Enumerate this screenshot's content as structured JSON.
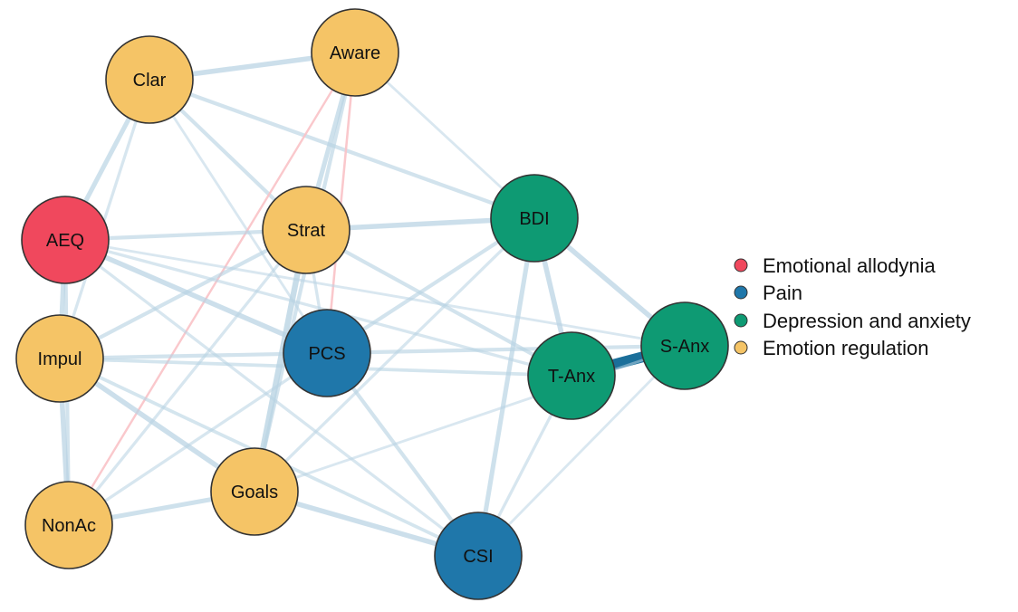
{
  "colors": {
    "emotional_allodynia": "#f0485d",
    "pain": "#1f77aa",
    "depression_anxiety": "#0e9a73",
    "emotion_regulation": "#f5c466",
    "positive_edge": "#b8d3e3",
    "strong_positive_edge": "#1b6f9a",
    "negative_edge": "#f9c2c7",
    "node_border": "#333333"
  },
  "legend": {
    "items": [
      {
        "label": "Emotional allodynia",
        "group": "emotional_allodynia"
      },
      {
        "label": "Pain",
        "group": "pain"
      },
      {
        "label": "Depression and anxiety",
        "group": "depression_anxiety"
      },
      {
        "label": "Emotion regulation",
        "group": "emotion_regulation"
      }
    ]
  },
  "nodes": [
    {
      "id": "Clar",
      "label": "Clar",
      "group": "emotion_regulation"
    },
    {
      "id": "Aware",
      "label": "Aware",
      "group": "emotion_regulation"
    },
    {
      "id": "AEQ",
      "label": "AEQ",
      "group": "emotional_allodynia"
    },
    {
      "id": "Strat",
      "label": "Strat",
      "group": "emotion_regulation"
    },
    {
      "id": "BDI",
      "label": "BDI",
      "group": "depression_anxiety"
    },
    {
      "id": "Impul",
      "label": "Impul",
      "group": "emotion_regulation"
    },
    {
      "id": "PCS",
      "label": "PCS",
      "group": "pain"
    },
    {
      "id": "TAnx",
      "label": "T-Anx",
      "group": "depression_anxiety"
    },
    {
      "id": "SAnx",
      "label": "S-Anx",
      "group": "depression_anxiety"
    },
    {
      "id": "NonAc",
      "label": "NonAc",
      "group": "emotion_regulation"
    },
    {
      "id": "Goals",
      "label": "Goals",
      "group": "emotion_regulation"
    },
    {
      "id": "CSI",
      "label": "CSI",
      "group": "pain"
    }
  ],
  "edges": [
    {
      "source": "Clar",
      "target": "Aware",
      "sign": "positive",
      "strength": 0.45
    },
    {
      "source": "Clar",
      "target": "AEQ",
      "sign": "positive",
      "strength": 0.4
    },
    {
      "source": "Clar",
      "target": "Impul",
      "sign": "positive",
      "strength": 0.2
    },
    {
      "source": "Clar",
      "target": "Strat",
      "sign": "positive",
      "strength": 0.3
    },
    {
      "source": "Clar",
      "target": "BDI",
      "sign": "positive",
      "strength": 0.3
    },
    {
      "source": "Clar",
      "target": "PCS",
      "sign": "positive",
      "strength": 0.15
    },
    {
      "source": "Aware",
      "target": "Strat",
      "sign": "positive",
      "strength": 0.4
    },
    {
      "source": "Aware",
      "target": "PCS",
      "sign": "negative",
      "strength": 0.35
    },
    {
      "source": "Aware",
      "target": "NonAc",
      "sign": "negative",
      "strength": 0.3
    },
    {
      "source": "Aware",
      "target": "BDI",
      "sign": "positive",
      "strength": 0.15
    },
    {
      "source": "Aware",
      "target": "Goals",
      "sign": "positive",
      "strength": 0.3
    },
    {
      "source": "AEQ",
      "target": "Strat",
      "sign": "positive",
      "strength": 0.3
    },
    {
      "source": "AEQ",
      "target": "Impul",
      "sign": "positive",
      "strength": 0.4
    },
    {
      "source": "AEQ",
      "target": "PCS",
      "sign": "positive",
      "strength": 0.45
    },
    {
      "source": "AEQ",
      "target": "TAnx",
      "sign": "positive",
      "strength": 0.2
    },
    {
      "source": "AEQ",
      "target": "NonAc",
      "sign": "positive",
      "strength": 0.3
    },
    {
      "source": "AEQ",
      "target": "CSI",
      "sign": "positive",
      "strength": 0.2
    },
    {
      "source": "AEQ",
      "target": "SAnx",
      "sign": "positive",
      "strength": 0.15
    },
    {
      "source": "Strat",
      "target": "BDI",
      "sign": "positive",
      "strength": 0.45
    },
    {
      "source": "Strat",
      "target": "Impul",
      "sign": "positive",
      "strength": 0.3
    },
    {
      "source": "Strat",
      "target": "Goals",
      "sign": "positive",
      "strength": 0.55
    },
    {
      "source": "Strat",
      "target": "TAnx",
      "sign": "positive",
      "strength": 0.3
    },
    {
      "source": "Strat",
      "target": "PCS",
      "sign": "positive",
      "strength": 0.2
    },
    {
      "source": "Strat",
      "target": "NonAc",
      "sign": "positive",
      "strength": 0.2
    },
    {
      "source": "BDI",
      "target": "TAnx",
      "sign": "positive",
      "strength": 0.45
    },
    {
      "source": "BDI",
      "target": "SAnx",
      "sign": "positive",
      "strength": 0.45
    },
    {
      "source": "BDI",
      "target": "CSI",
      "sign": "positive",
      "strength": 0.4
    },
    {
      "source": "BDI",
      "target": "PCS",
      "sign": "positive",
      "strength": 0.3
    },
    {
      "source": "BDI",
      "target": "Goals",
      "sign": "positive",
      "strength": 0.2
    },
    {
      "source": "Impul",
      "target": "PCS",
      "sign": "positive",
      "strength": 0.3
    },
    {
      "source": "Impul",
      "target": "Goals",
      "sign": "positive",
      "strength": 0.45
    },
    {
      "source": "Impul",
      "target": "NonAc",
      "sign": "positive",
      "strength": 0.45
    },
    {
      "source": "Impul",
      "target": "TAnx",
      "sign": "positive",
      "strength": 0.25
    },
    {
      "source": "Impul",
      "target": "CSI",
      "sign": "positive",
      "strength": 0.25
    },
    {
      "source": "PCS",
      "target": "SAnx",
      "sign": "positive",
      "strength": 0.3
    },
    {
      "source": "PCS",
      "target": "CSI",
      "sign": "positive",
      "strength": 0.3
    },
    {
      "source": "PCS",
      "target": "NonAc",
      "sign": "positive",
      "strength": 0.2
    },
    {
      "source": "TAnx",
      "target": "SAnx",
      "sign": "positive",
      "strength": 1.0
    },
    {
      "source": "TAnx",
      "target": "CSI",
      "sign": "positive",
      "strength": 0.2
    },
    {
      "source": "SAnx",
      "target": "CSI",
      "sign": "positive",
      "strength": 0.15
    },
    {
      "source": "SAnx",
      "target": "Goals",
      "sign": "positive",
      "strength": 0.15
    },
    {
      "source": "NonAc",
      "target": "Goals",
      "sign": "positive",
      "strength": 0.4
    },
    {
      "source": "Goals",
      "target": "CSI",
      "sign": "positive",
      "strength": 0.45
    }
  ]
}
